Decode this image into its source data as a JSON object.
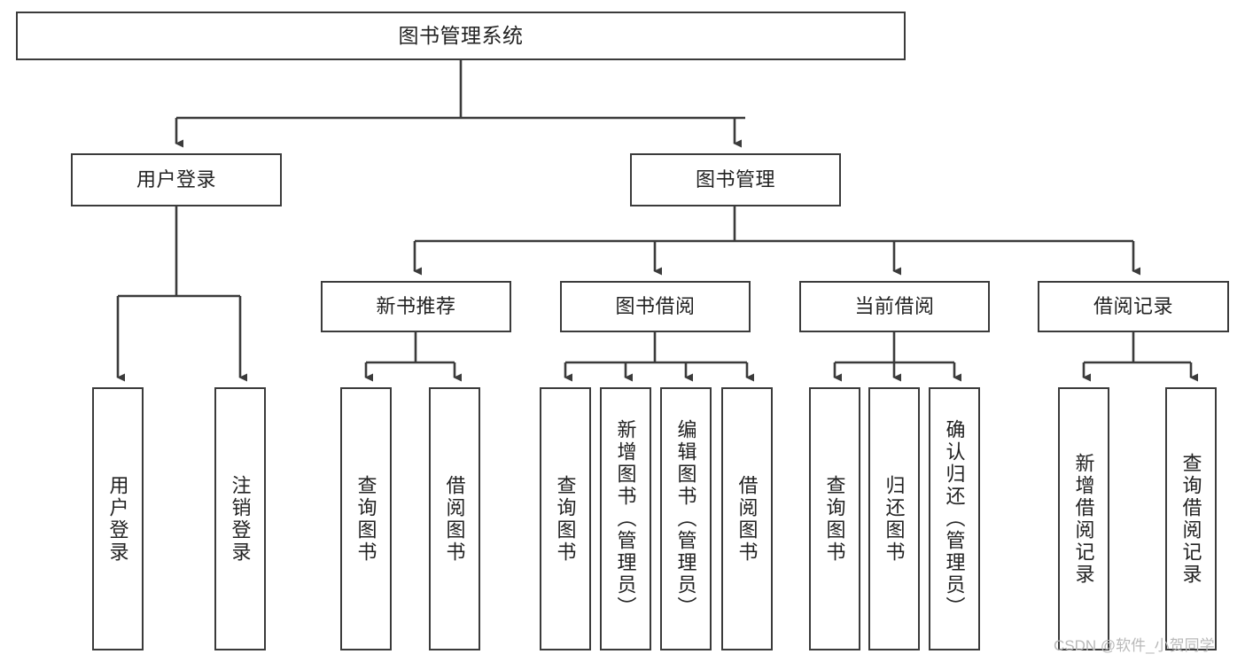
{
  "diagram": {
    "title": "图书管理系统",
    "type": "functional-structure-tree",
    "stroke_color": "#3b3b3b",
    "text_color": "#222222",
    "background_color": "#ffffff",
    "watermark_color": "#b9b9b9"
  },
  "watermark": {
    "text": "CSDN @软件_小贺同学"
  },
  "nodes": {
    "root": {
      "label": "图书管理系统"
    },
    "level2": [
      {
        "label": "用户登录"
      },
      {
        "label": "图书管理"
      }
    ],
    "level3": [
      {
        "label": "新书推荐"
      },
      {
        "label": "图书借阅"
      },
      {
        "label": "当前借阅"
      },
      {
        "label": "借阅记录"
      }
    ],
    "leaves": {
      "user_login": [
        {
          "label": "用户登录"
        },
        {
          "label": "注销登录"
        }
      ],
      "new_book_recommend": [
        {
          "label": "查询图书"
        },
        {
          "label": "借阅图书"
        }
      ],
      "book_borrow": [
        {
          "label": "查询图书"
        },
        {
          "label": "新增图书（管理员）"
        },
        {
          "label": "编辑图书（管理员）"
        },
        {
          "label": "借阅图书"
        }
      ],
      "current_borrow": [
        {
          "label": "查询图书"
        },
        {
          "label": "归还图书"
        },
        {
          "label": "确认归还（管理员）"
        }
      ],
      "borrow_record": [
        {
          "label": "新增借阅记录"
        },
        {
          "label": "查询借阅记录"
        }
      ]
    }
  }
}
